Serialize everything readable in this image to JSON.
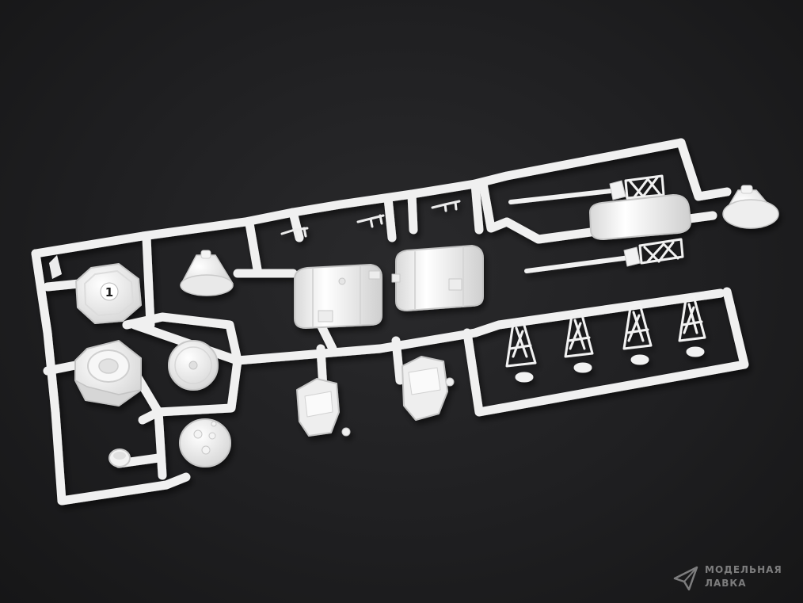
{
  "photo": {
    "background": "#1e1e1f",
    "plastic_color": "#f2f2f2",
    "part_number": "1"
  },
  "watermark": {
    "line1": "МОДЕЛЬНАЯ",
    "line2": "ЛАВКА"
  }
}
